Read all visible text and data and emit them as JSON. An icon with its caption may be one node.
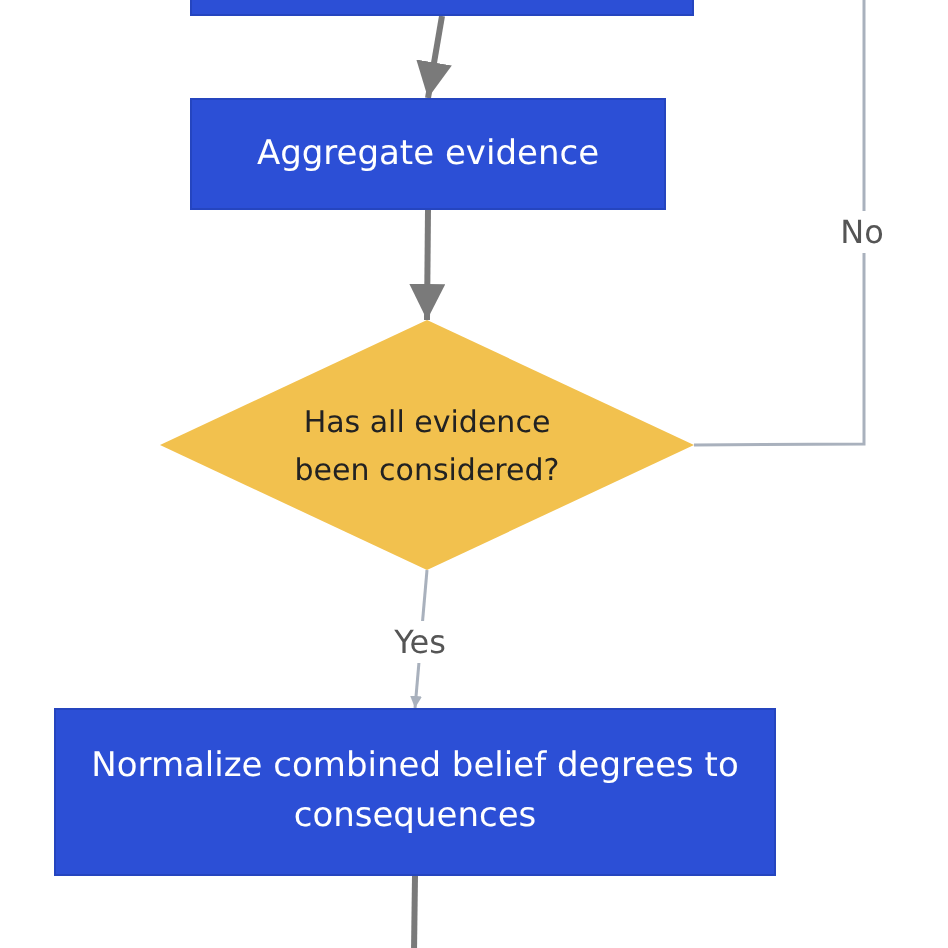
{
  "diagram": {
    "nodes": [
      {
        "text": [],
        "shape": "box"
      },
      {
        "text": [
          "Aggregate evidence"
        ]
      },
      {
        "text": [
          "Has all evidence been considered?"
        ]
      },
      {
        "text": [
          "Normalize combined belief degrees to consequences"
        ]
      }
    ],
    "edges": [
      {
        "from": 0,
        "to": 1,
        "arrow": "to"
      },
      {
        "from": 1,
        "to": 2,
        "arrow": "to"
      },
      {
        "from": 2,
        "to": null,
        "arrow": "none",
        "label": "No",
        "color": "#a9b1bd"
      },
      {
        "from": 2,
        "to": 3,
        "arrow": "to",
        "label": "Yes",
        "color": "#a9b1bd"
      },
      {
        "from": 3,
        "to": null,
        "arrow": "none"
      }
    ]
  }
}
